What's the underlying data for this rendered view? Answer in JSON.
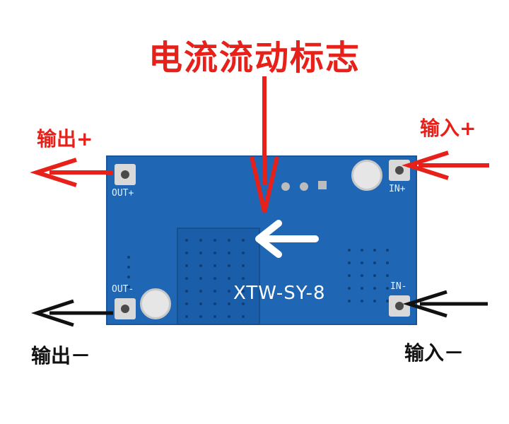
{
  "title": "电流流动标志",
  "labels": {
    "out_plus": "输出+",
    "in_plus": "输入+",
    "out_minus": "输出－",
    "in_minus": "输入－"
  },
  "board": {
    "model": "XTW-SY-8",
    "pin_out_plus": "OUT+",
    "pin_out_minus": "OUT-",
    "pin_in_plus": "IN+",
    "pin_in_minus": "IN-"
  },
  "colors": {
    "accent_red": "#e8201a",
    "label_black": "#111111",
    "board_blue": "#1f67b4"
  }
}
